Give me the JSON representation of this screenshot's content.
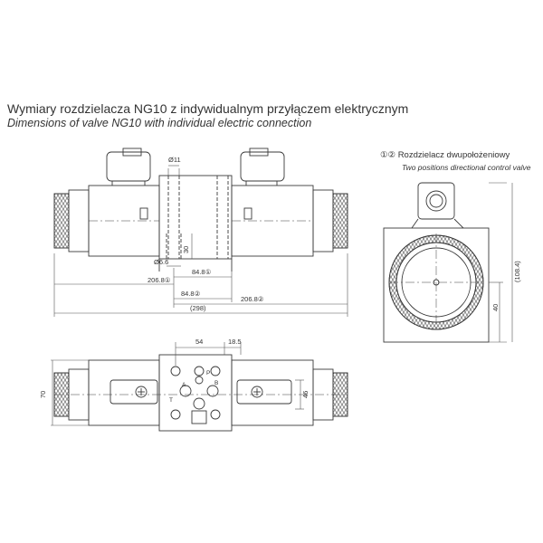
{
  "title_pl": "Wymiary rozdzielacza NG10 z indywidualnym przyłączem elektrycznym",
  "title_en": "Dimensions of valve NG10 with individual electric connection",
  "side_note": {
    "marker": "①②",
    "title_pl": "Rozdzielacz dwupołożeniowy",
    "title_en": "Two positions directional control valve"
  },
  "dims": {
    "d11": "Ø11",
    "d66": "Ø6.6",
    "d30": "30",
    "d848_1": "84.8①",
    "d2068_1": "206.8①",
    "d848_2": "84.8②",
    "d2068_2": "206.8②",
    "d298": "(298)",
    "d54": "54",
    "d185": "18.5",
    "d70": "70",
    "d46": "46",
    "d1084": "(108.4)",
    "d40": "40"
  },
  "ports": {
    "p": "P",
    "a": "A",
    "b": "B",
    "t": "T"
  },
  "colors": {
    "line": "#3a3a3a",
    "dim": "#555555",
    "background": "#ffffff"
  }
}
